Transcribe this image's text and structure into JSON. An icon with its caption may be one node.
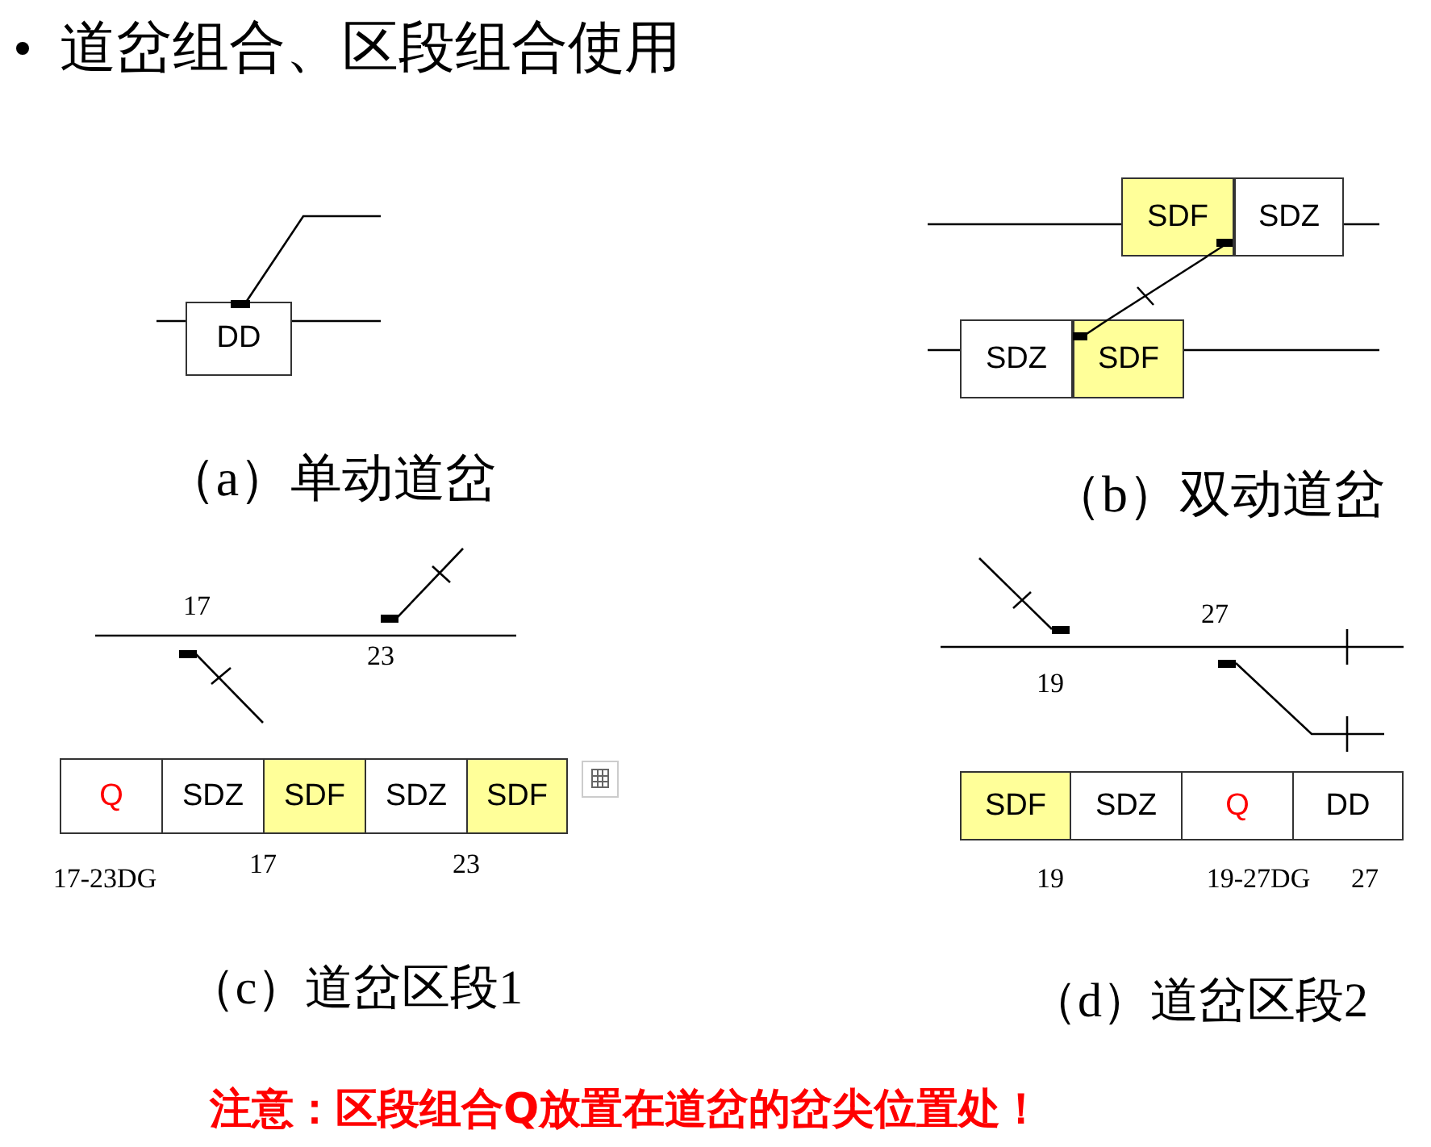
{
  "diagram": {
    "title": "道岔组合、区段组合使用",
    "caption": "注意：区段组合Q放置在道岔的岔尖位置处！",
    "nodes": [
      {
        "text": [
          "DD"
        ]
      },
      {
        "text": [
          "SDF"
        ]
      },
      {
        "text": [
          "SDZ"
        ]
      },
      {
        "text": [
          "SDZ"
        ]
      },
      {
        "text": [
          "SDF"
        ]
      },
      {
        "text": [
          "Q"
        ]
      },
      {
        "text": [
          "SDZ"
        ]
      },
      {
        "text": [
          "SDF"
        ]
      },
      {
        "text": [
          "SDZ"
        ]
      },
      {
        "text": [
          "SDF"
        ]
      },
      {
        "text": [
          "SDF"
        ]
      },
      {
        "text": [
          "SDZ"
        ]
      },
      {
        "text": [
          "Q"
        ]
      },
      {
        "text": [
          "DD"
        ]
      }
    ],
    "edges": [
      {
        "from": 1,
        "to": 4,
        "arrow": "none"
      }
    ],
    "labels": [
      "（a）单动道岔",
      "（b）双动道岔",
      "17",
      "27",
      "23",
      "19",
      "17-23DG",
      "17",
      "23",
      "19",
      "19-27DG",
      "27",
      "（c）道岔区段1",
      "（d）道岔区段2"
    ]
  }
}
